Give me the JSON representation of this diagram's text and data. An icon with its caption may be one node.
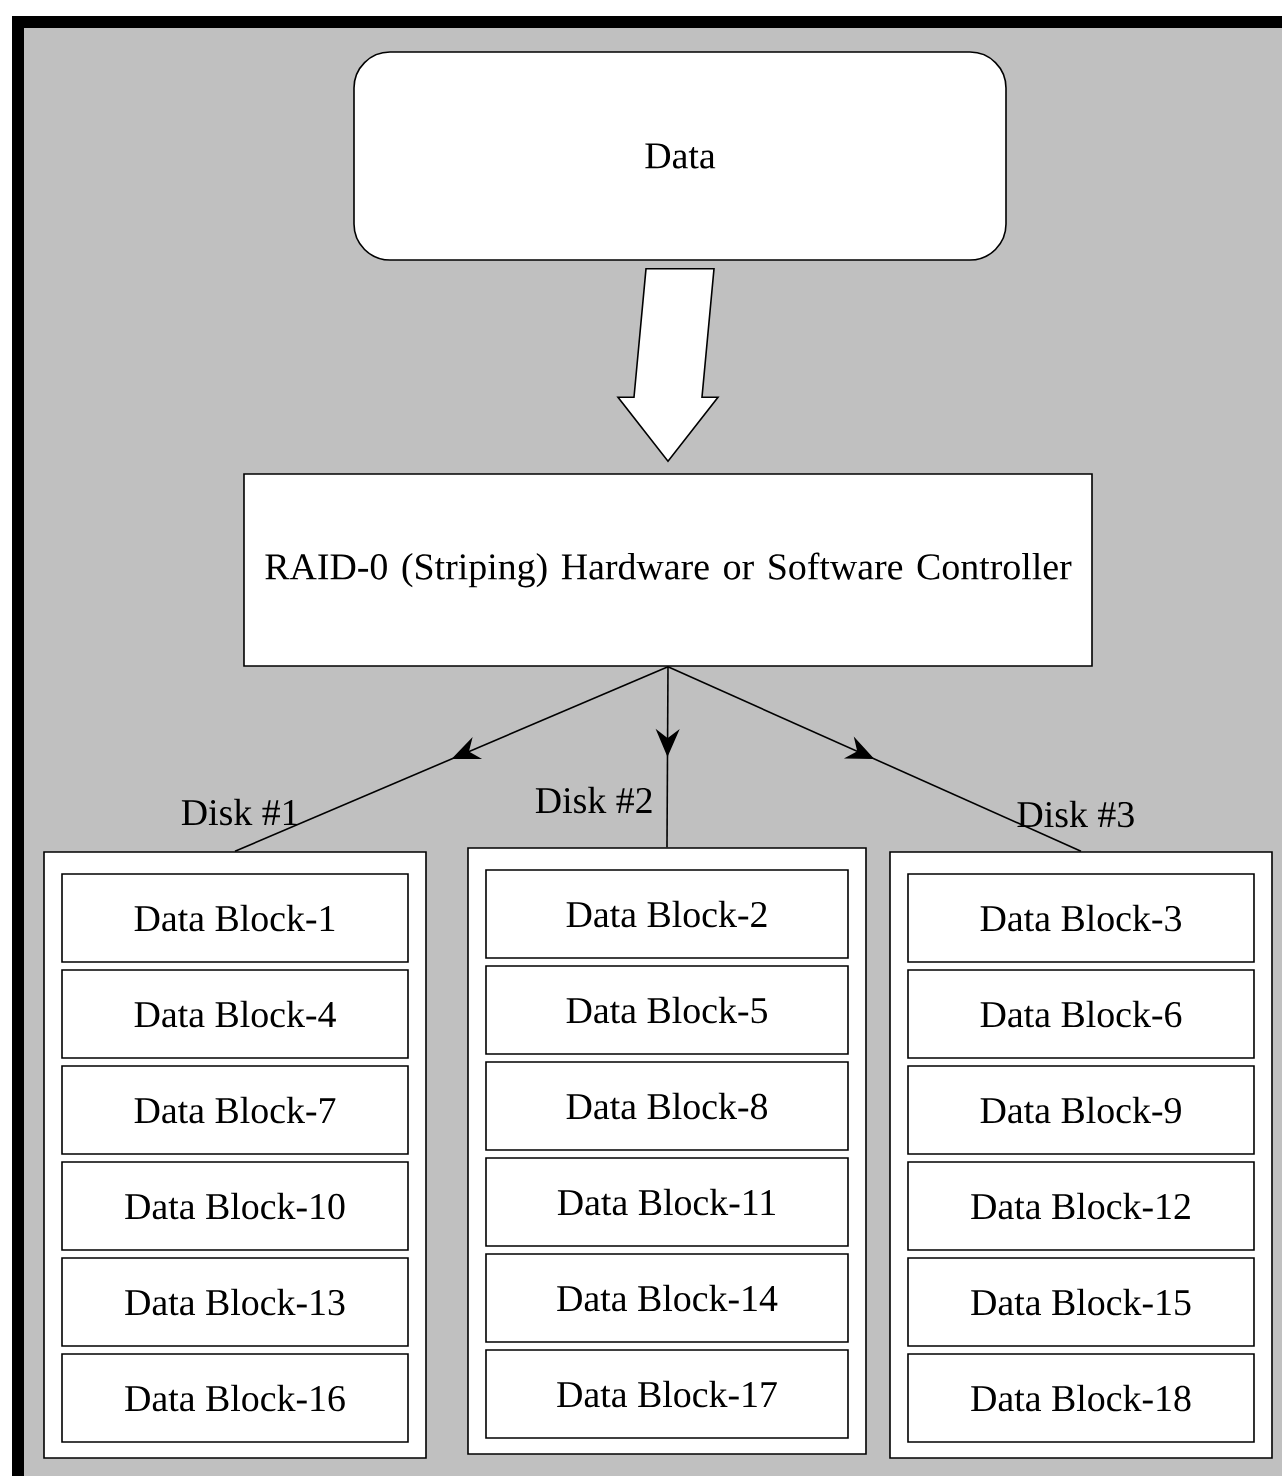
{
  "diagram": {
    "nodes": [
      {
        "text": [
          "Data"
        ]
      },
      {
        "text": [
          "RAID-0 (Striping) Hardware or Software Controller"
        ]
      },
      {
        "text": [
          "Disk #1"
        ]
      },
      {
        "text": [
          "Data Block-1"
        ],
        "in": 2
      },
      {
        "text": [
          "Data Block-4"
        ],
        "in": 2
      },
      {
        "text": [
          "Data Block-7"
        ],
        "in": 2
      },
      {
        "text": [
          "Data Block-10"
        ],
        "in": 2
      },
      {
        "text": [
          "Data Block-13"
        ],
        "in": 2
      },
      {
        "text": [
          "Data Block-16"
        ],
        "in": 2
      },
      {
        "text": [
          "Disk #2"
        ]
      },
      {
        "text": [
          "Data Block-2"
        ],
        "in": 9
      },
      {
        "text": [
          "Data Block-5"
        ],
        "in": 9
      },
      {
        "text": [
          "Data Block-8"
        ],
        "in": 9
      },
      {
        "text": [
          "Data Block-11"
        ],
        "in": 9
      },
      {
        "text": [
          "Data Block-14"
        ],
        "in": 9
      },
      {
        "text": [
          "Data Block-17"
        ],
        "in": 9
      },
      {
        "text": [
          "Disk #3"
        ]
      },
      {
        "text": [
          "Data Block-3"
        ],
        "in": 16
      },
      {
        "text": [
          "Data Block-6"
        ],
        "in": 16
      },
      {
        "text": [
          "Data Block-9"
        ],
        "in": 16
      },
      {
        "text": [
          "Data Block-12"
        ],
        "in": 16
      },
      {
        "text": [
          "Data Block-15"
        ],
        "in": 16
      },
      {
        "text": [
          "Data Block-18"
        ],
        "in": 16
      }
    ],
    "edges": [
      {
        "from": 0,
        "to": 1,
        "arrow": "to",
        "style": "thick"
      },
      {
        "from": 1,
        "to": 2,
        "arrow": "to"
      },
      {
        "from": 1,
        "to": 9,
        "arrow": "to"
      },
      {
        "from": 1,
        "to": 16,
        "arrow": "to"
      }
    ]
  }
}
